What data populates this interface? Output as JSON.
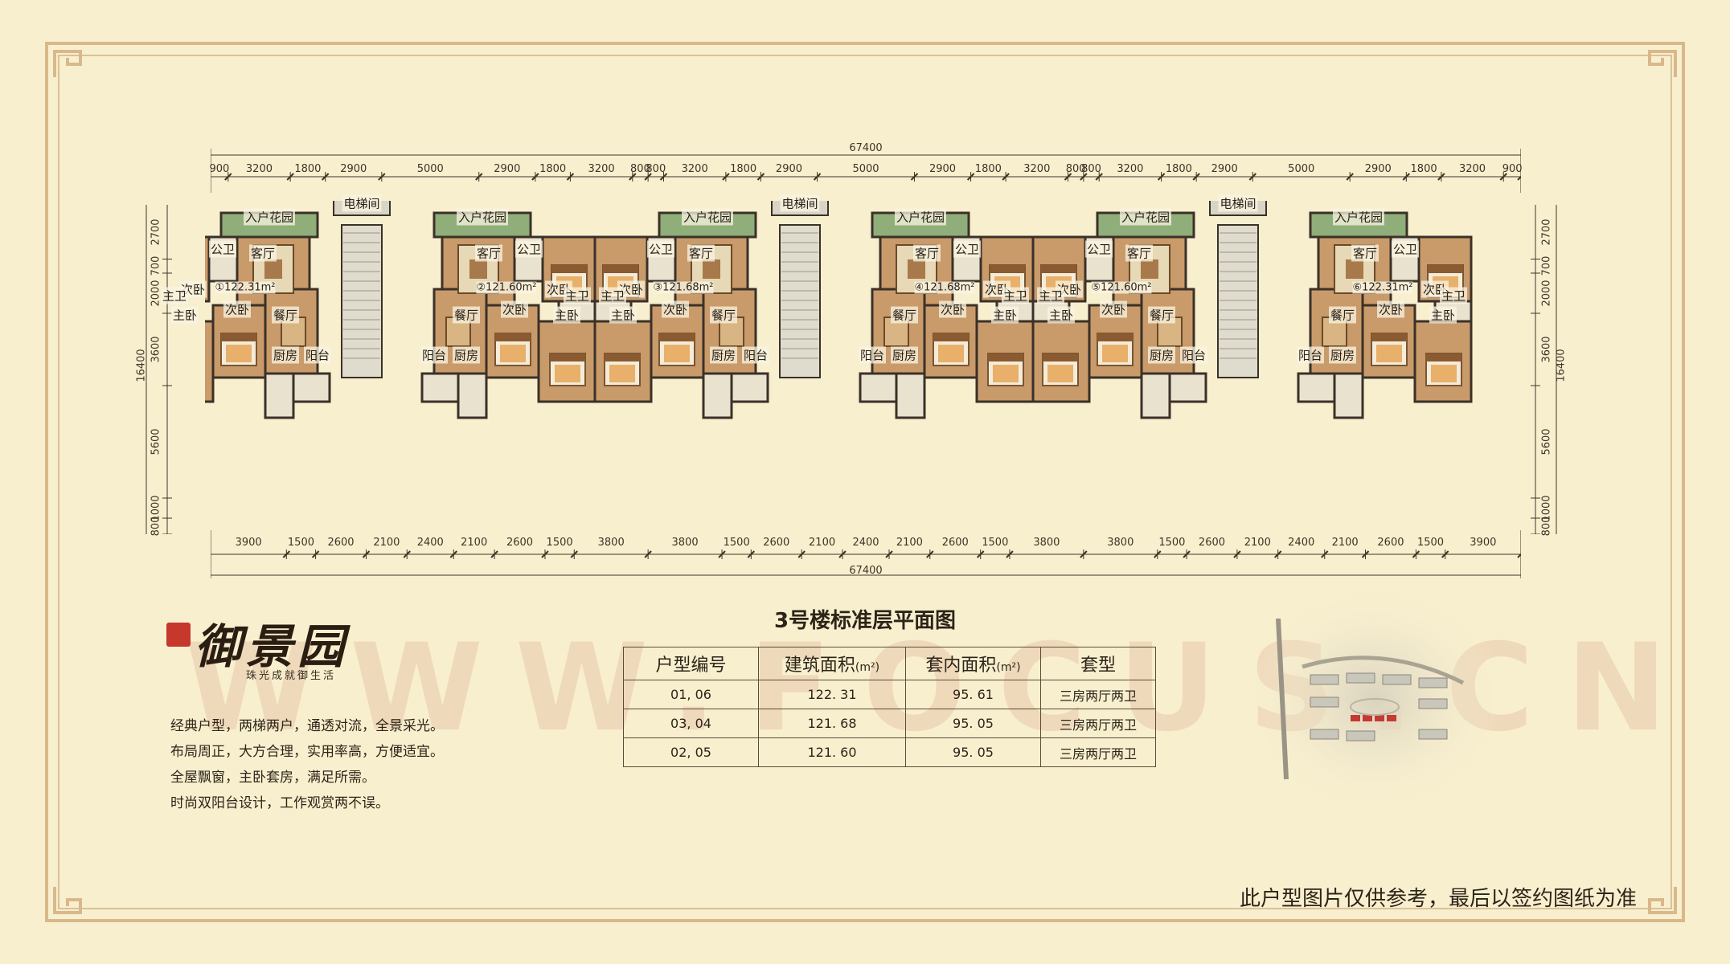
{
  "plan": {
    "top_total": "67400",
    "bottom_total": "67400",
    "top_dims": [
      "900",
      "3200",
      "1800",
      "2900",
      "5000",
      "2900",
      "1800",
      "3200",
      "800",
      "800",
      "3200",
      "1800",
      "2900",
      "5000",
      "2900",
      "1800",
      "3200",
      "800",
      "800",
      "3200",
      "1800",
      "2900",
      "5000",
      "2900",
      "1800",
      "3200",
      "900"
    ],
    "bottom_dims": [
      "3900",
      "1500",
      "2600",
      "2100",
      "2400",
      "2100",
      "2600",
      "1500",
      "3800",
      "3800",
      "1500",
      "2600",
      "2100",
      "2400",
      "2100",
      "2600",
      "1500",
      "3800",
      "3800",
      "1500",
      "2600",
      "2100",
      "2400",
      "2100",
      "2600",
      "1500",
      "3900"
    ],
    "left_dims": [
      "2700",
      "700",
      "2000",
      "3600",
      "5600",
      "1000",
      "800"
    ],
    "left_total": "16400",
    "right_dims": [
      "2700",
      "700",
      "2000",
      "3600",
      "5600",
      "1000",
      "800"
    ],
    "right_total": "16400",
    "elevator": "电梯间",
    "entry_garden": "入户花园",
    "rooms": {
      "living": "客厅",
      "dining": "餐厅",
      "master": "主卧",
      "second": "次卧",
      "public_bath": "公卫",
      "master_bath": "主卫",
      "kitchen": "厨房",
      "balcony": "阳台"
    },
    "units": [
      {
        "label": "①122.31m²"
      },
      {
        "label": "②121.60m²"
      },
      {
        "label": "③121.68m²"
      },
      {
        "label": "④121.68m²"
      },
      {
        "label": "⑤121.60m²"
      },
      {
        "label": "⑥122.31m²"
      }
    ]
  },
  "title": "3号楼标准层平面图",
  "table": {
    "headers": [
      "户型编号",
      "建筑面积",
      "套内面积",
      "套型"
    ],
    "unit_suffix": "(m²)",
    "rows": [
      [
        "01, 06",
        "122. 31",
        "95. 61",
        "三房两厅两卫"
      ],
      [
        "03, 04",
        "121. 68",
        "95. 05",
        "三房两厅两卫"
      ],
      [
        "02, 05",
        "121. 60",
        "95. 05",
        "三房两厅两卫"
      ]
    ]
  },
  "brand": {
    "name": "御景园",
    "slogan": "珠光成就御生活"
  },
  "description": [
    "经典户型，两梯两户，通透对流，全景采光。",
    "布局周正，大方合理，实用率高，方便适宜。",
    "全屋飘窗，主卧套房，满足所需。",
    "时尚双阳台设计，工作观赏两不误。"
  ],
  "watermark": "WWW.FOCUS.CN",
  "disclaimer": "此户型图片仅供参考，最后以签约图纸为准",
  "colors": {
    "background": "#f8efcf",
    "frame": "#d9b88a",
    "wood": "#b07a4a",
    "seal": "#c6372c"
  }
}
